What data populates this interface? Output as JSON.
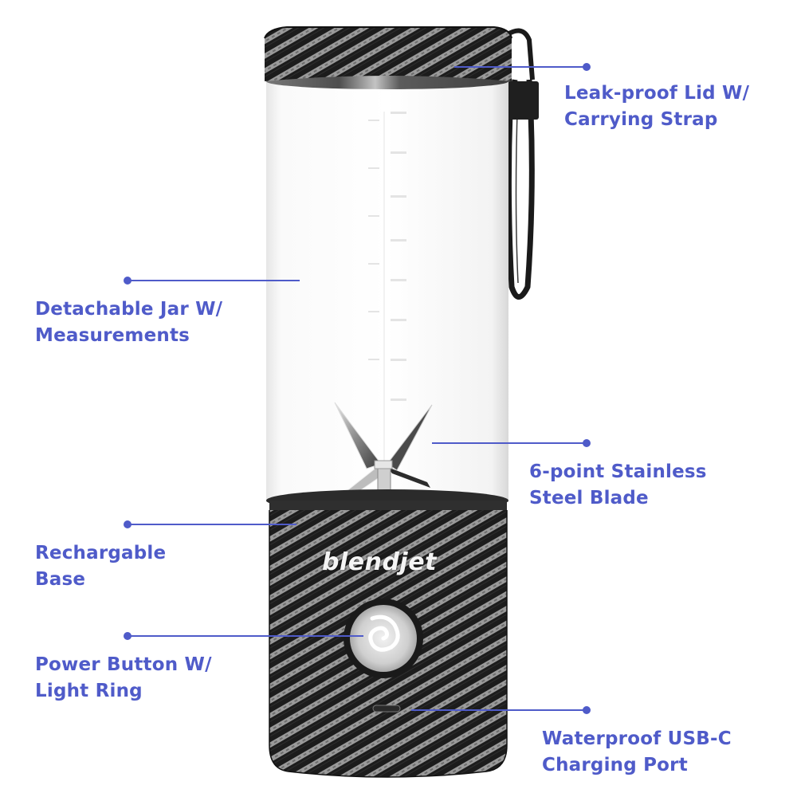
{
  "product": {
    "brand_logo": "blendjet",
    "pattern": "carbon-fiber",
    "colors": {
      "callout": "#4f5bc9",
      "body_dark": "#1c1c1c",
      "body_light": "#9a9a9a",
      "jar": "#f7f7f7",
      "strap": "#1a1a1a",
      "button": "#d9d9d9"
    }
  },
  "callouts": [
    {
      "id": "lid",
      "lines": [
        "Leak-proof Lid W/",
        "Carrying Strap"
      ]
    },
    {
      "id": "jar",
      "lines": [
        "Detachable Jar W/",
        "Measurements"
      ]
    },
    {
      "id": "blade",
      "lines": [
        "6-point Stainless",
        "Steel Blade"
      ]
    },
    {
      "id": "base",
      "lines": [
        "Rechargable",
        "Base"
      ]
    },
    {
      "id": "button",
      "lines": [
        "Power Button W/",
        "Light Ring"
      ]
    },
    {
      "id": "port",
      "lines": [
        "Waterproof USB-C",
        "Charging Port"
      ]
    }
  ]
}
